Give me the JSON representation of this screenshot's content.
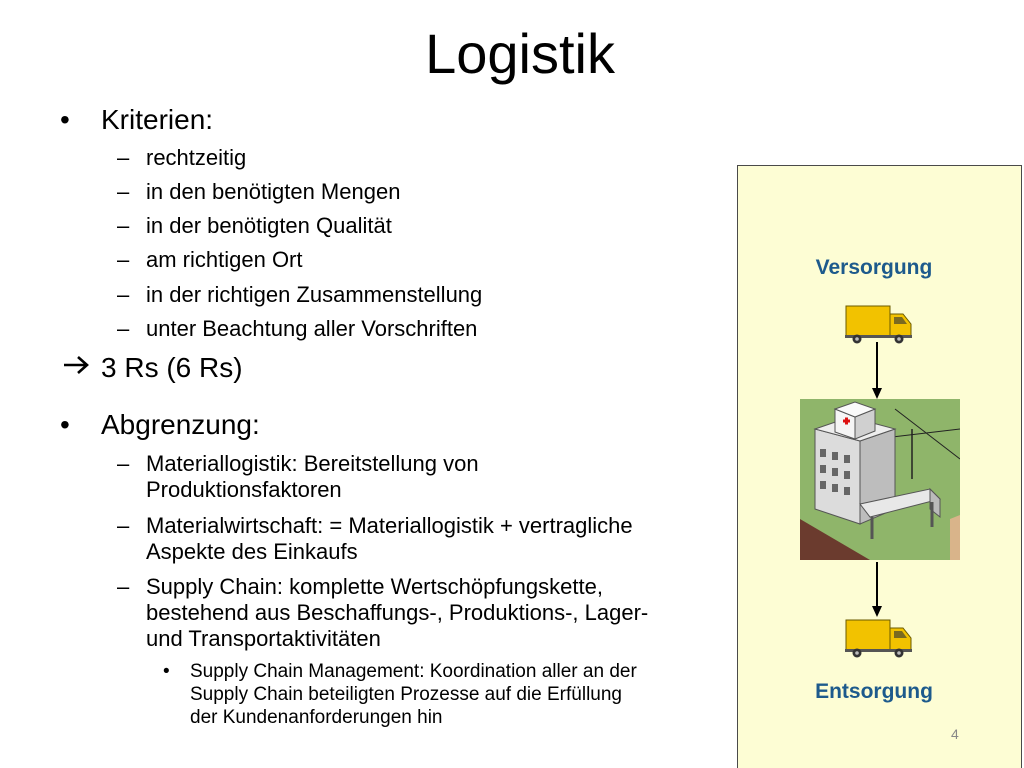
{
  "title": "Logistik",
  "bullets": {
    "criteria_label": "Kriterien:",
    "criteria_items": [
      "rechtzeitig",
      "in den benötigten Mengen",
      "in der benötigten Qualität",
      "am richtigen Ort",
      "in der richtigen Zusammenstellung",
      "unter Beachtung aller Vorschriften"
    ],
    "rs_label": "3 Rs (6 Rs)",
    "abgrenzung_label": "Abgrenzung:",
    "abgrenzung_items": [
      [
        "Materiallogistik: Bereitstellung von",
        "Produktionsfaktoren"
      ],
      [
        "Materialwirtschaft: = Materiallogistik + vertragliche",
        "Aspekte des Einkaufs"
      ],
      [
        "Supply Chain: komplette Wertschöpfungskette,",
        "bestehend aus Beschaffungs-, Produktions-, Lager-",
        "und Transportaktivitäten"
      ]
    ],
    "sub_item": [
      "Supply Chain Management: Koordination aller an der",
      "Supply Chain beteiligten Prozesse auf die Erfüllung",
      "der Kundenanforderungen hin"
    ]
  },
  "diagram": {
    "top_label": "Versorgung",
    "bottom_label": "Entsorgung"
  },
  "page_number": "4",
  "colors": {
    "panel_bg": "#fdfdd4",
    "label_blue": "#1d5a8c",
    "truck_yellow": "#f2c200"
  }
}
